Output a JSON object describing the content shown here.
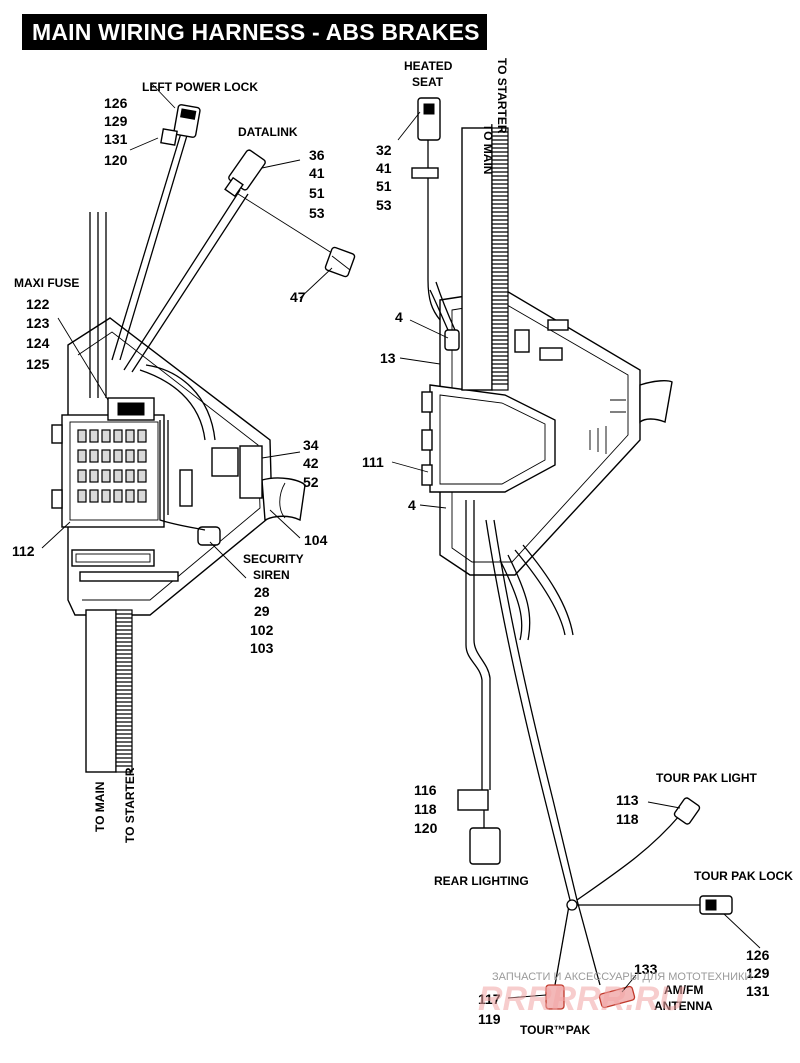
{
  "title": "MAIN WIRING HARNESS - ABS BRAKES",
  "left": {
    "left_power_lock": {
      "label": "LEFT POWER LOCK",
      "numbers": [
        "126",
        "129",
        "131",
        "120"
      ]
    },
    "datalink": {
      "label": "DATALINK",
      "numbers": [
        "36",
        "41",
        "51",
        "53"
      ]
    },
    "connector_47": {
      "numbers": [
        "47"
      ]
    },
    "maxi_fuse": {
      "label": "MAXI FUSE",
      "numbers": [
        "122",
        "123",
        "124",
        "125"
      ]
    },
    "connector_34": {
      "numbers": [
        "34",
        "42",
        "52"
      ]
    },
    "connector_104": {
      "numbers": [
        "104"
      ]
    },
    "connector_112": {
      "numbers": [
        "112"
      ]
    },
    "security_siren": {
      "label": [
        "SECURITY",
        "SIREN"
      ],
      "numbers": [
        "28",
        "29",
        "102",
        "103"
      ]
    },
    "to_main": "TO MAIN",
    "to_starter": "TO STARTER"
  },
  "right": {
    "heated_seat": {
      "label": [
        "HEATED",
        "SEAT"
      ],
      "numbers": [
        "32",
        "41",
        "51",
        "53"
      ]
    },
    "to_main": "TO MAIN",
    "to_starter": "TO STARTER",
    "connector_4_top": {
      "numbers": [
        "4"
      ]
    },
    "connector_13": {
      "numbers": [
        "13"
      ]
    },
    "connector_111": {
      "numbers": [
        "111"
      ]
    },
    "connector_4_bottom": {
      "numbers": [
        "4"
      ]
    },
    "rear_lighting": {
      "label": "REAR LIGHTING",
      "numbers": [
        "116",
        "118",
        "120"
      ]
    },
    "tour_pak_light": {
      "label": "TOUR PAK LIGHT",
      "numbers": [
        "113",
        "118"
      ]
    },
    "tour_pak_lock": {
      "label": "TOUR PAK LOCK",
      "numbers": [
        "126",
        "129",
        "131"
      ]
    },
    "am_fm_antenna": {
      "label": [
        "AM/FM",
        "ANTENNA"
      ],
      "numbers": [
        "133"
      ]
    },
    "tour_pak": {
      "label": "TOUR™PAK",
      "numbers": [
        "117",
        "119"
      ]
    }
  },
  "watermark": {
    "text": "ЗАПЧАСТИ И АКСЕССУАРЫ ДЛЯ МОТОТЕХНИКИ",
    "logo": "RRRRRR.RU"
  }
}
